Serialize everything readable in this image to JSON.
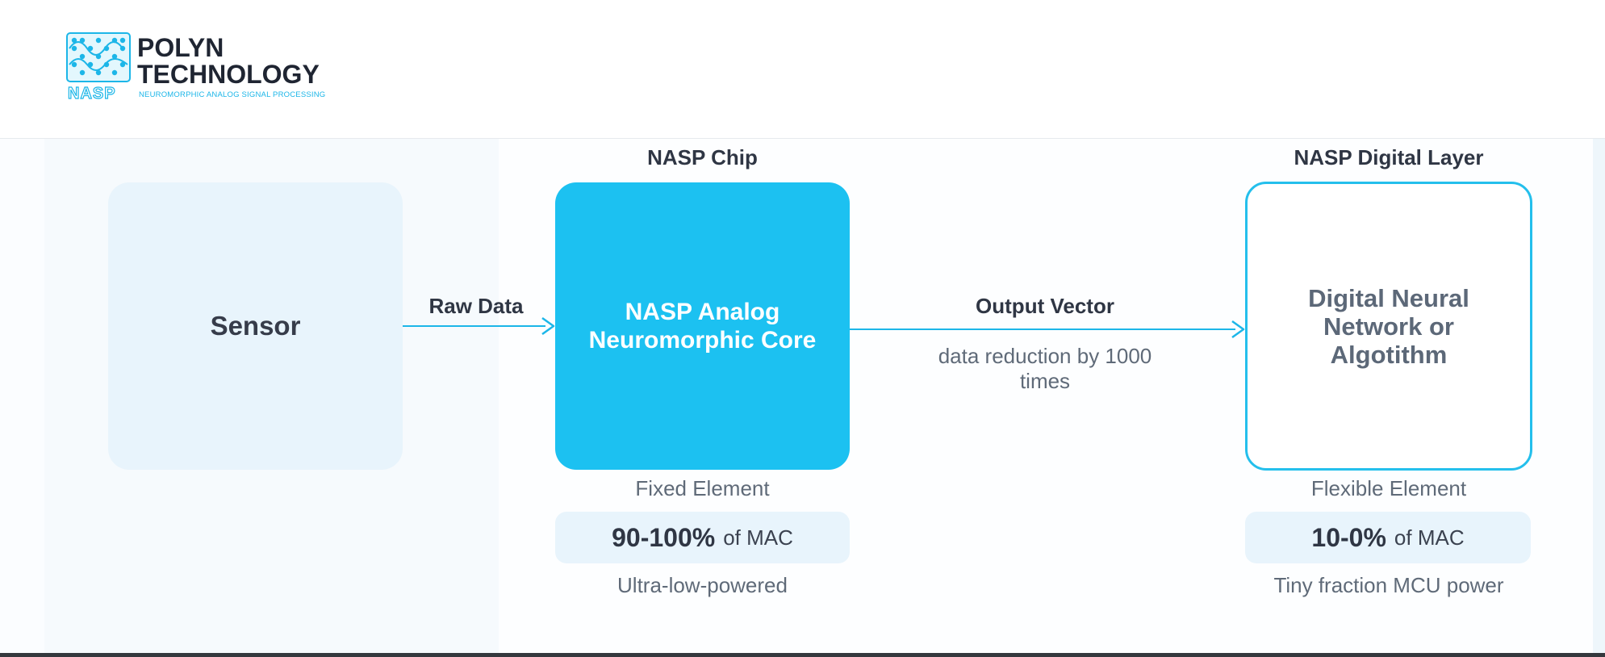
{
  "logo": {
    "line1": "POLYN",
    "line2": "TECHNOLOGY",
    "tagline": "NEUROMORPHIC ANALOG SIGNAL PROCESSING",
    "mark_text": "NASP"
  },
  "colors": {
    "accent": "#1cc1f1",
    "light_fill": "#e8f4fc",
    "text_dark": "#2f3644",
    "text_muted": "#5f6a78"
  },
  "diagram": {
    "sensor": {
      "label": "Sensor"
    },
    "arrow1": {
      "label": "Raw Data"
    },
    "chip": {
      "title": "NASP Chip",
      "core_label": "NASP Analog Neuromorphic Core",
      "element_type": "Fixed Element",
      "mac_value": "90-100%",
      "mac_suffix": "of MAC",
      "power_note": "Ultra-low-powered"
    },
    "arrow2": {
      "label": "Output Vector",
      "note": "data reduction by 1000 times"
    },
    "digital": {
      "title": "NASP Digital Layer",
      "box_label": "Digital Neural Network or Algotithm",
      "element_type": "Flexible Element",
      "mac_value": "10-0%",
      "mac_suffix": "of MAC",
      "power_note": "Tiny fraction MCU power"
    }
  }
}
